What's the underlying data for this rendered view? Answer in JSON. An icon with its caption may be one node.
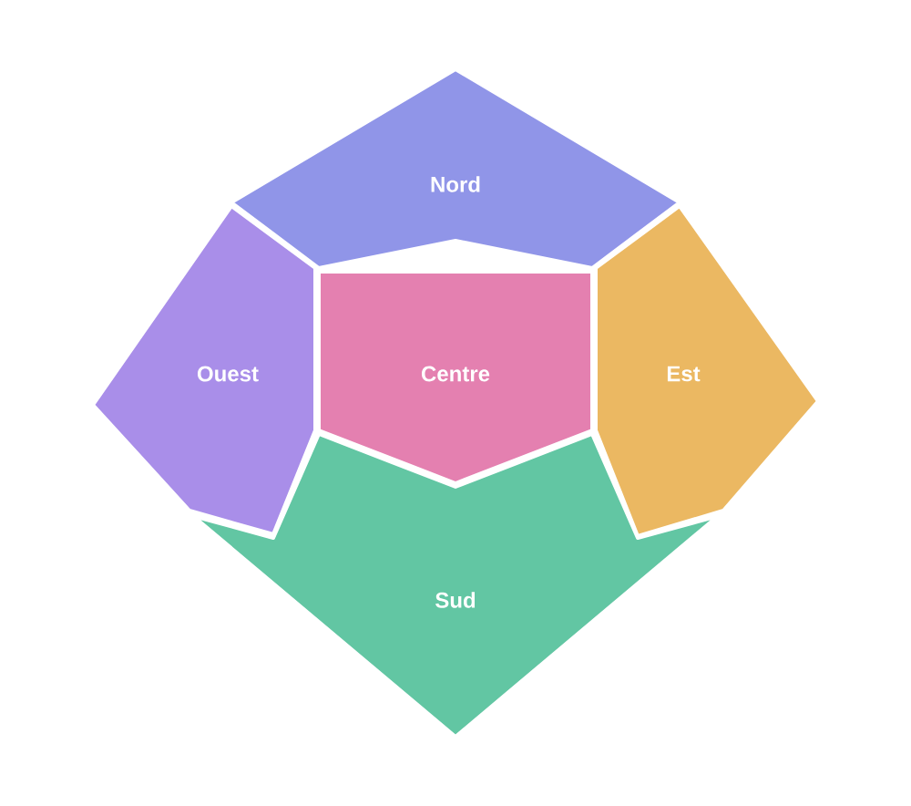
{
  "diagram": {
    "nodes": [
      {
        "text": [
          "Nord"
        ]
      },
      {
        "text": [
          "Ouest"
        ]
      },
      {
        "text": [
          "Centre"
        ]
      },
      {
        "text": [
          "Est"
        ]
      },
      {
        "text": [
          "Sud"
        ]
      }
    ]
  }
}
